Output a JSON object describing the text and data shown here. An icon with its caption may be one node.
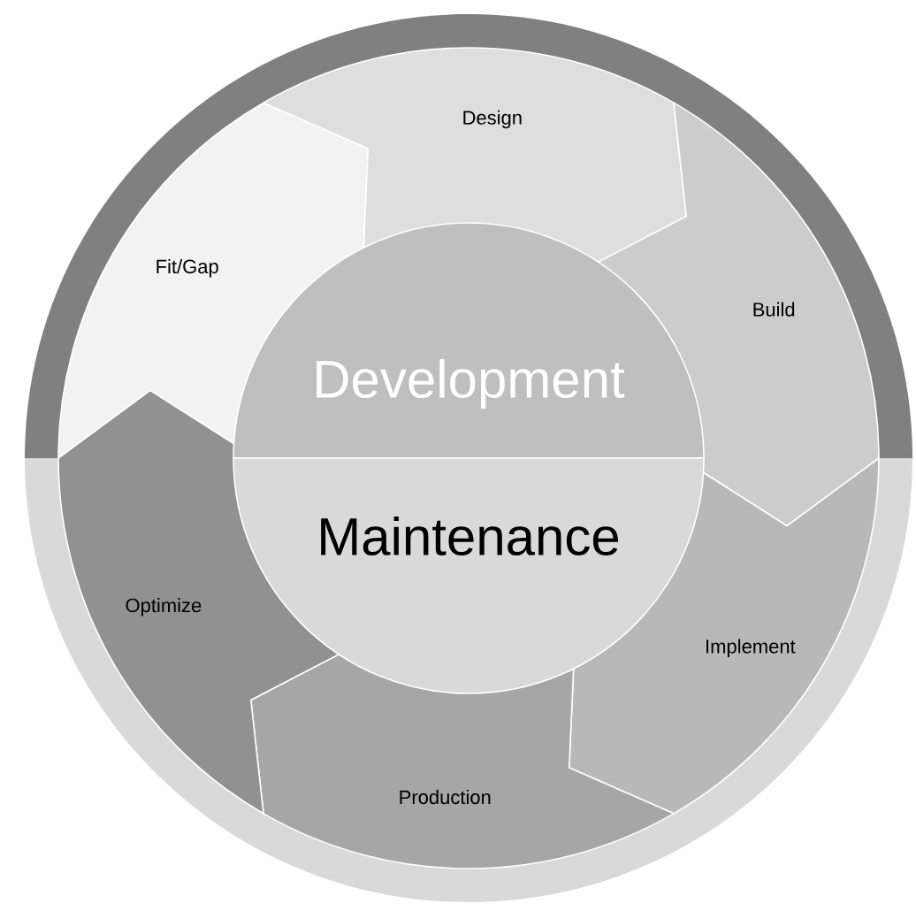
{
  "diagram": {
    "nodes": [
      {
        "text": [
          "Development"
        ]
      },
      {
        "text": [
          "Maintenance"
        ]
      },
      {
        "text": [
          "Fit/Gap"
        ]
      },
      {
        "text": [
          "Design"
        ]
      },
      {
        "text": [
          "Build"
        ]
      },
      {
        "text": [
          "Implement"
        ]
      },
      {
        "text": [
          "Production"
        ]
      },
      {
        "text": [
          "Optimize"
        ]
      }
    ]
  }
}
